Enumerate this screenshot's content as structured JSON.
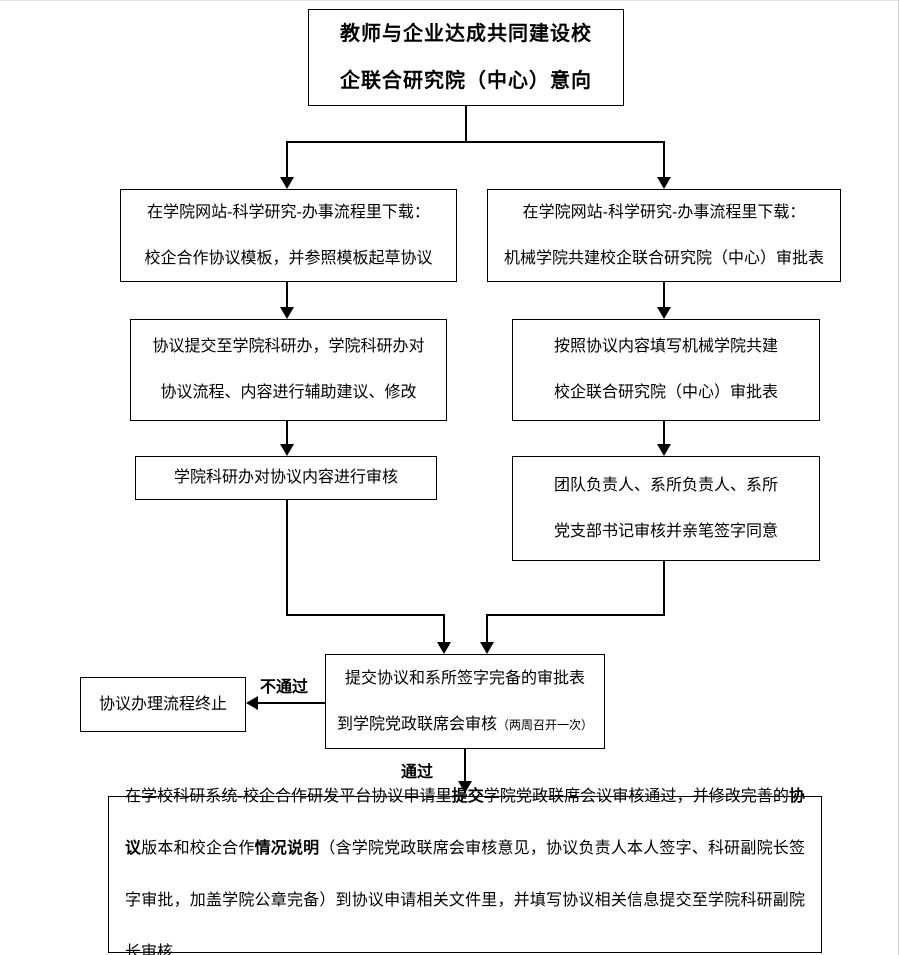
{
  "flow": {
    "start": {
      "line1": "教师与企业达成共同建设校",
      "line2": "企联合研究院（中心）意向"
    },
    "left_download": {
      "line1": "在学院网站-科学研究-办事流程里下载：",
      "line2": "校企合作协议模板，并参照模板起草协议"
    },
    "right_download": {
      "line1": "在学院网站-科学研究-办事流程里下载：",
      "line2": "机械学院共建校企联合研究院（中心）审批表"
    },
    "left_submit": {
      "line1": "协议提交至学院科研办，学院科研办对",
      "line2": "协议流程、内容进行辅助建议、修改"
    },
    "right_fill": {
      "line1": "按照协议内容填写机械学院共建",
      "line2": "校企联合研究院（中心）审批表"
    },
    "left_review": {
      "line1": "学院科研办对协议内容进行审核"
    },
    "right_sign": {
      "line1": "团队负责人、系所负责人、系所",
      "line2": "党支部书记审核并亲笔签字同意"
    },
    "joint_review": {
      "line1": "提交协议和系所签字完备的审批表",
      "line2_main": "到学院党政联席会审核",
      "line2_note": "（两周召开一次）"
    },
    "terminate": {
      "line1": "协议办理流程终止"
    },
    "labels": {
      "fail": "不通过",
      "pass": "通过"
    },
    "final": {
      "seg1": "在学校科研系统-校企合作研发平台协议申请里",
      "seg2": "提交",
      "seg3": "学院党政联席会议审核通过，并修改完善的",
      "seg4": "协议",
      "seg5": "版本和校企合作",
      "seg6": "情况说明",
      "seg7": "（含学院党政联席会审核意见，协议负责人本人签字、科研副院长签字审批，加盖学院公章完备）到协议申请相关文件里，并填写协议相关信息提交至学院科研副院长审核"
    }
  },
  "colors": {
    "line": "#000000",
    "box_border": "#000000",
    "background": "#ffffff"
  }
}
